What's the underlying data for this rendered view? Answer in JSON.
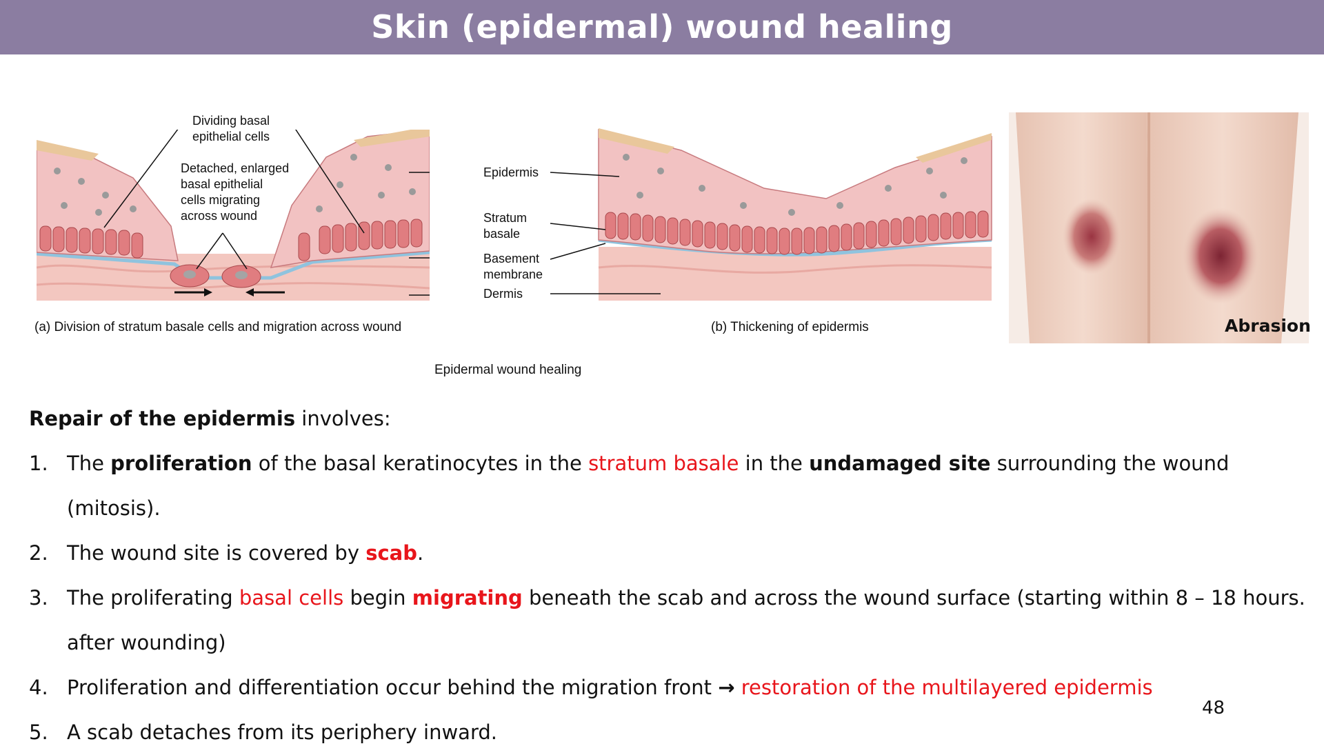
{
  "header": {
    "title": "Skin (epidermal) wound healing"
  },
  "figure": {
    "label_a_1": "Dividing basal",
    "label_a_2": "epithelial cells",
    "label_b_1": "Detached, enlarged",
    "label_b_2": "basal epithelial",
    "label_b_3": "cells migrating",
    "label_b_4": "across wound",
    "label_epidermis": "Epidermis",
    "label_stratum_1": "Stratum",
    "label_stratum_2": "basale",
    "label_basement_1": "Basement",
    "label_basement_2": "membrane",
    "label_dermis": "Dermis",
    "caption_a": "(a) Division of stratum basale cells and migration across wound",
    "caption_b": "(b) Thickening of epidermis",
    "caption_main": "Epidermal wound healing"
  },
  "photo": {
    "label": "Abrasion"
  },
  "content": {
    "intro_bold": "Repair of the epidermis",
    "intro_rest": " involves:",
    "items": [
      {
        "num": "1.",
        "t1": "The ",
        "b1": "proliferation",
        "t2": " of the basal keratinocytes in the ",
        "r1": "stratum basale",
        "t3": " in the ",
        "b2": "undamaged site",
        "t4": " surrounding the wound (mitosis)."
      },
      {
        "num": "2.",
        "t1": "The wound site is covered by ",
        "rb1": "scab",
        "t2": "."
      },
      {
        "num": "3.",
        "t1": "The proliferating ",
        "r1": "basal cells",
        "t2": " begin ",
        "rb1": "migrating",
        "t3": " beneath the scab and across the wound surface (starting within 8 – 18 hours. after wounding)"
      },
      {
        "num": "4.",
        "t1": "Proliferation and differentiation occur behind the migration front ",
        "arrow": "→",
        "t2": " ",
        "r1": "restoration of the multilayered epidermis"
      },
      {
        "num": "5.",
        "t1": "A scab detaches from its periphery inward."
      }
    ]
  },
  "footer": {
    "page": "48"
  },
  "colors": {
    "header_bg": "#8b7da1",
    "accent_red": "#e8151b",
    "tissue_pink": "#f2c2c2",
    "basal_red": "#e07d80",
    "dermis": "#f3c7c0"
  }
}
